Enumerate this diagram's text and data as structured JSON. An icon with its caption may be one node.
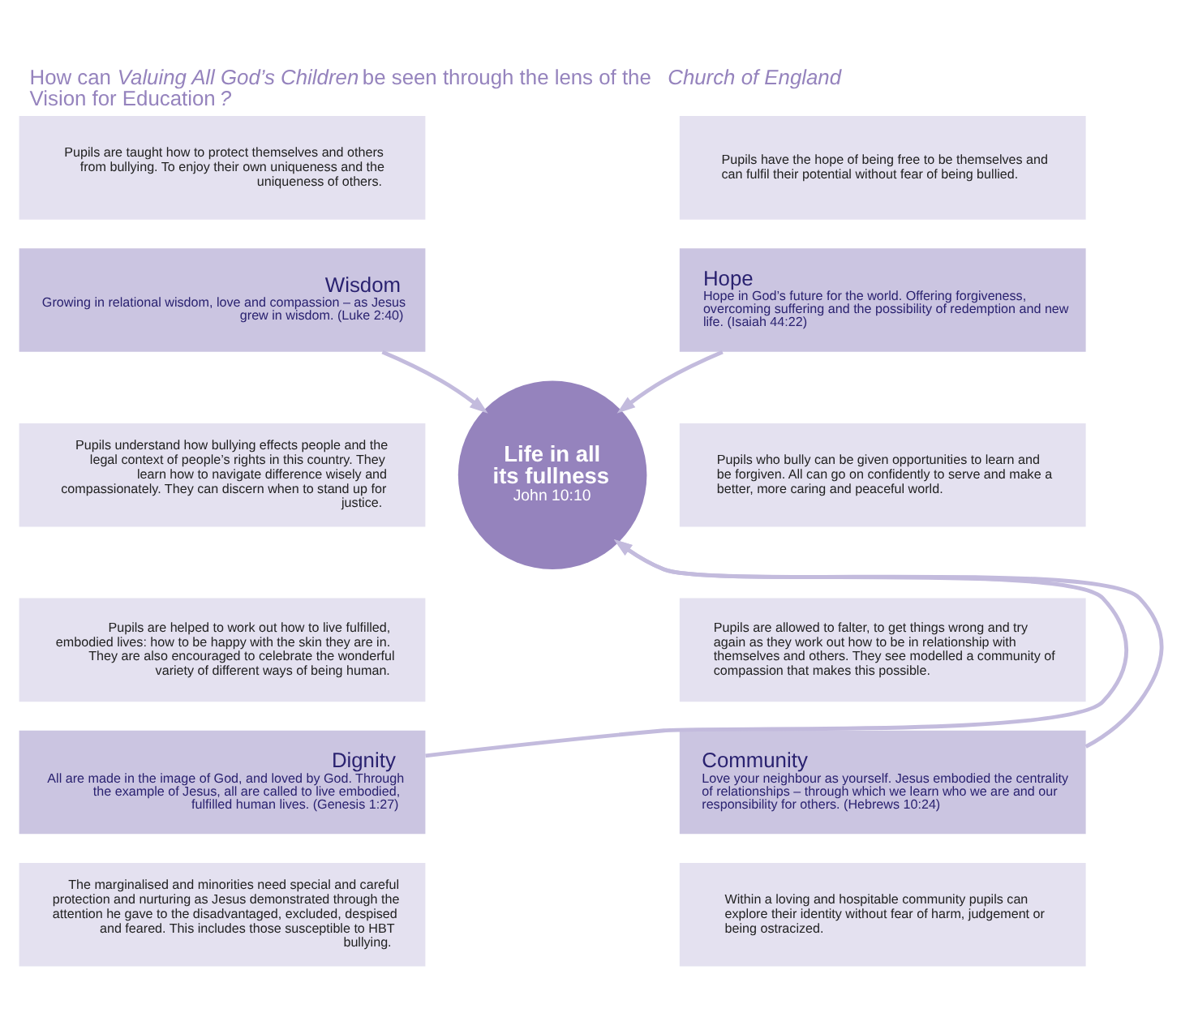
{
  "diagram": {
    "title": "How can *Valuing All God’s Children* be seen through the lens of the *Church of England Vision for Education*?",
    "nodes": [
      {
        "text": [
          "Pupils are taught how to protect themselves and others from bullying. To enjoy their own uniqueness and the uniqueness of others."
        ]
      },
      {
        "text": [
          "Pupils have the hope of being free to be themselves and can fulfil their potential without fear of being bullied."
        ]
      },
      {
        "text": [
          "Wisdom",
          "Growing in relational wisdom, love and compassion – as Jesus grew in wisdom. (Luke 2:40)"
        ]
      },
      {
        "text": [
          "Hope",
          "Hope in God’s future for the world. Offering forgiveness, overcoming suffering and the possibility of redemption and new life. (Isaiah 44:22)"
        ]
      },
      {
        "text": [
          "Pupils understand how bullying effects people and the legal context of people’s rights in this country. They learn how to navigate difference wisely and compassionately. They can discern when to stand up for justice."
        ]
      },
      {
        "text": [
          "Pupils who bully can be given opportunities to learn and be forgiven. All can go on confidently to serve and make a better, more caring and peaceful world."
        ]
      },
      {
        "text": [
          "Life in all its fullness",
          "John 10:10"
        ]
      },
      {
        "text": [
          "Pupils are helped to work out how to live fulfilled, embodied lives: how to be happy with the skin they are in. They are also encouraged to celebrate the wonderful variety of different ways of being human."
        ]
      },
      {
        "text": [
          "Pupils are allowed to falter, to get things wrong and try again as they work out how to be in relationship with themselves and others. They see modelled a community of compassion that makes this possible."
        ]
      },
      {
        "text": [
          "Dignity",
          "All are made in the image of God, and loved by God. Through the example of Jesus, all are called to live embodied, fulfilled human lives. (Genesis 1:27)"
        ]
      },
      {
        "text": [
          "Community",
          "Love your neighbour as yourself. Jesus embodied the centrality of relationships – through which we learn who we are and our responsibility for others. (Hebrews 10:24)"
        ]
      },
      {
        "text": [
          "The marginalised and minorities need special and careful protection and nurturing as Jesus demonstrated through the attention he gave to the disadvantaged, excluded, despised and feared. This includes those susceptible to HBT bullying."
        ]
      },
      {
        "text": [
          "Within a loving and hospitable community pupils can explore their identity without fear of harm, judgement or being ostracized."
        ]
      }
    ],
    "edges": [
      {
        "from": 2,
        "to": 6,
        "arrow": "to"
      },
      {
        "from": 3,
        "to": 6,
        "arrow": "to"
      },
      {
        "from": 9,
        "to": 6,
        "arrow": "to"
      },
      {
        "from": 10,
        "to": 6,
        "arrow": "to"
      }
    ]
  }
}
